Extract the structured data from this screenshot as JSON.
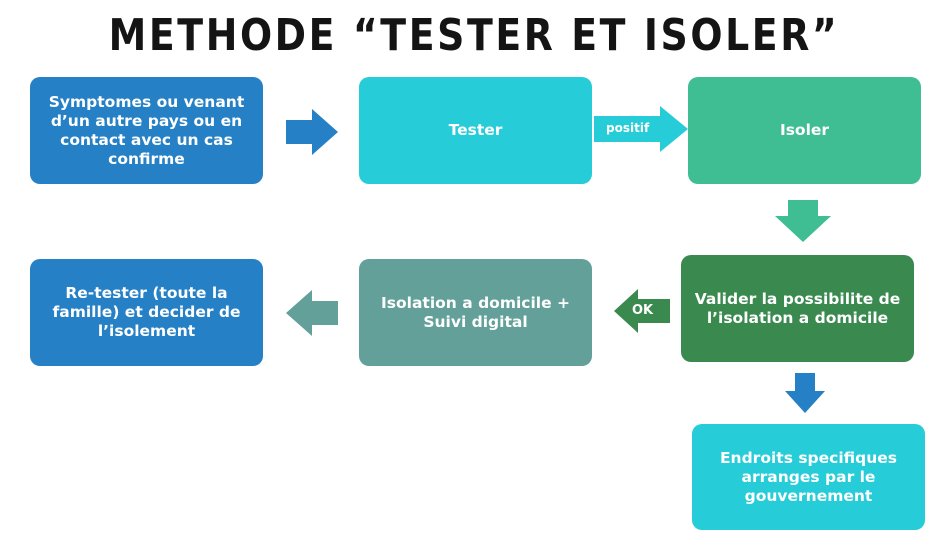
{
  "title": "METHODE “TESTER ET ISOLER”",
  "colors": {
    "blue": "#2580C6",
    "cyan": "#26CCD7",
    "green_teal": "#3FBD93",
    "dark_green": "#3A8A50",
    "grey_teal": "#63A09A",
    "arrow_blue": "#2580C6",
    "arrow_green": "#3FBD93",
    "arrow_cyan": "#26CCD7"
  },
  "nodes": {
    "symptomes": "Symptomes ou venant d’un autre pays ou en contact avec un cas confirme",
    "tester": "Tester",
    "isoler": "Isoler",
    "valider": "Valider la possibilite de l’isolation a domicile",
    "endroits": "Endroits specifiques arranges par le gouvernement",
    "isolation_domicile": "Isolation a domicile + Suivi digital",
    "re_tester": "Re-tester (toute la famille) et decider de l’isolement"
  },
  "edges": {
    "positif": "positif",
    "ok": "OK"
  }
}
